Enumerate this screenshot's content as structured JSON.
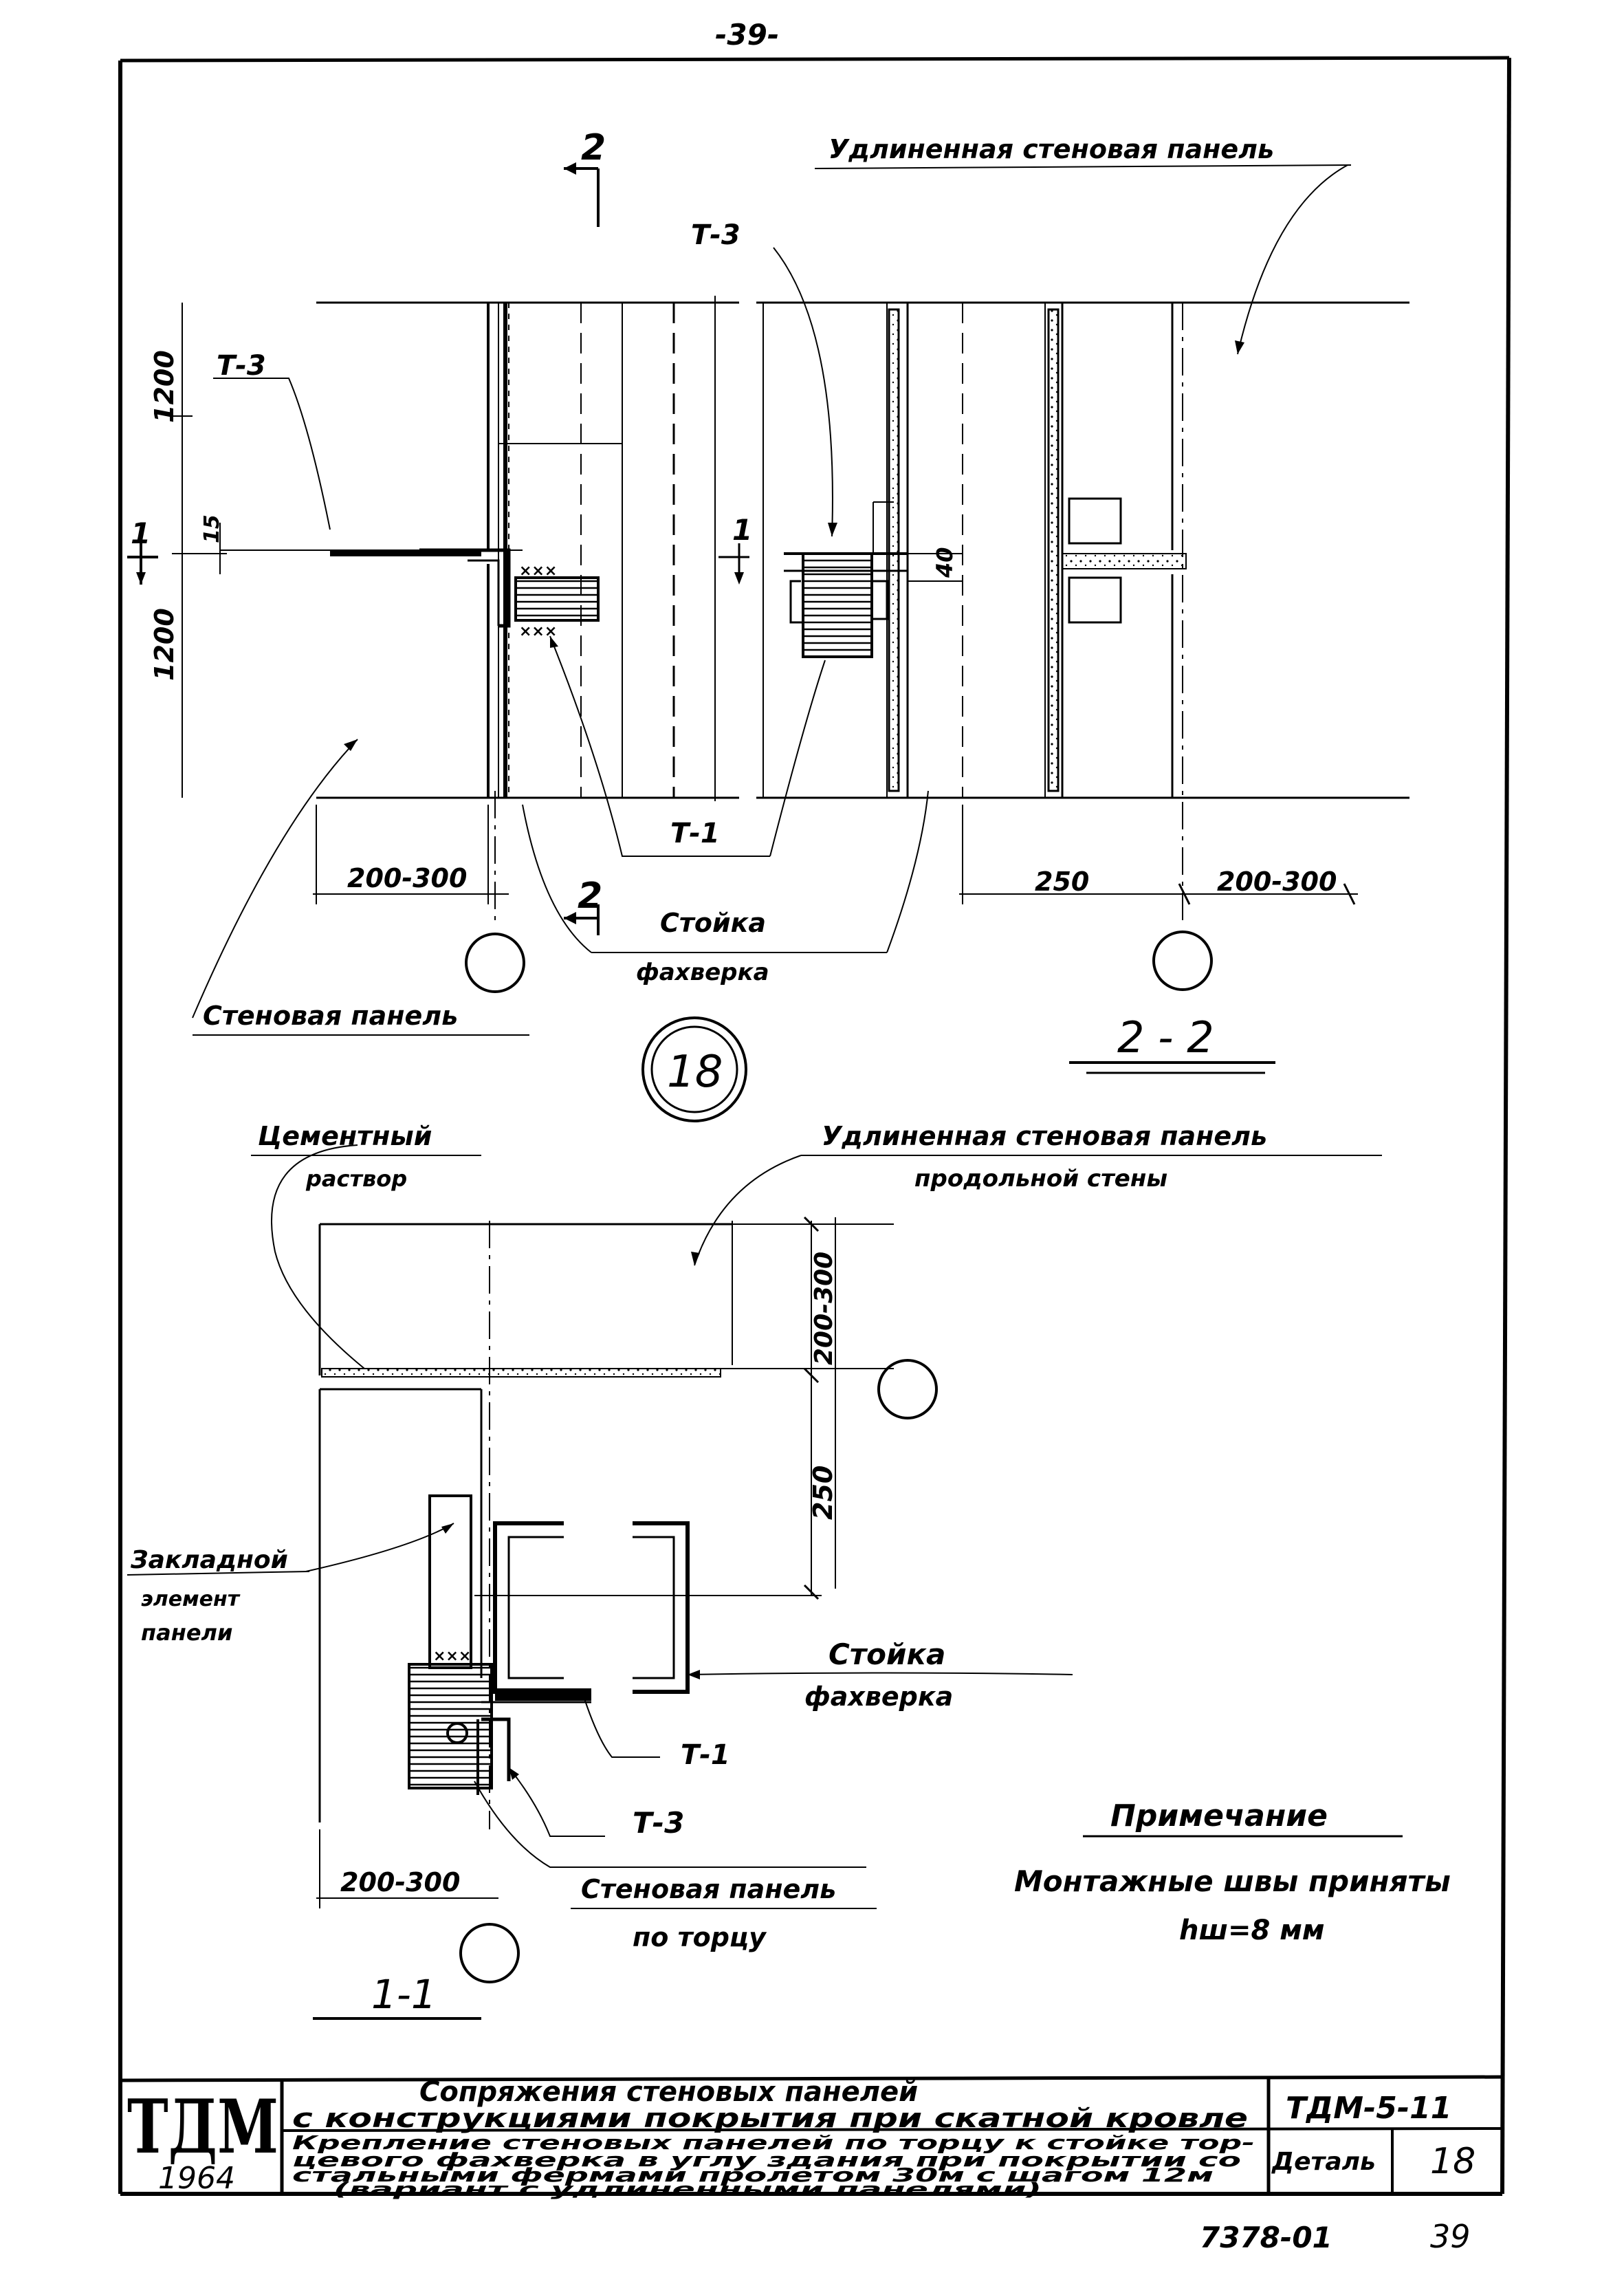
{
  "page_number_top": "-39-",
  "section_2_2": {
    "label_elongated_panel": "Удлиненная стеновая панель",
    "label_t3_center": "Т-3",
    "label_t3_left": "Т-3",
    "label_t1": "Т-1",
    "label_post_line1": "Стойка",
    "label_post_line2": "фахверка",
    "label_wall_panel": "Стеновая панель",
    "dim_1200_top": "1200",
    "dim_1200_bottom": "1200",
    "dim_15": "15",
    "dim_40": "40",
    "dim_200_300_left": "200-300",
    "dim_250": "250",
    "dim_200_300_right": "200-300",
    "cut_mark_2": "2",
    "cut_mark_1": "1",
    "title": "2 - 2"
  },
  "detail_circle": "18",
  "section_1_1": {
    "label_cement_line1": "Цементный",
    "label_cement_line2": "раствор",
    "label_long_panel_line1": "Удлиненная стеновая панель",
    "label_long_panel_line2": "продольной стены",
    "label_embedded_line1": "Закладной",
    "label_embedded_line2": "элемент",
    "label_embedded_line3": "панели",
    "label_post_line1": "Стойка",
    "label_post_line2": "фахверка",
    "label_t1": "Т-1",
    "label_t3": "Т-3",
    "label_end_panel_line1": "Стеновая панель",
    "label_end_panel_line2": "по торцу",
    "dim_200_300_vertical": "200-300",
    "dim_250": "250",
    "dim_200_300_bottom": "200-300",
    "title": "1-1"
  },
  "note": {
    "heading": "Примечание",
    "line1": "Монтажные швы приняты",
    "line2": "hш=8 мм"
  },
  "title_block": {
    "logo": "ТДМ",
    "year": "1964",
    "title_line1": "Сопряжения стеновых панелей",
    "title_line2": "с конструкциями покрытия при скатной кровле",
    "subtitle_line1": "Крепление стеновых панелей по торцу к стойке тор-",
    "subtitle_line2": "цевого фахверка в углу здания при покрытии со",
    "subtitle_line3": "стальными фермами пролетом 30м с шагом 12м",
    "subtitle_line4": "(вариант с удлиненными панелями)",
    "series": "ТДМ-5-11",
    "detail_label": "Деталь",
    "detail_number": "18"
  },
  "footer": {
    "doc_number": "7378-01",
    "page": "39"
  }
}
